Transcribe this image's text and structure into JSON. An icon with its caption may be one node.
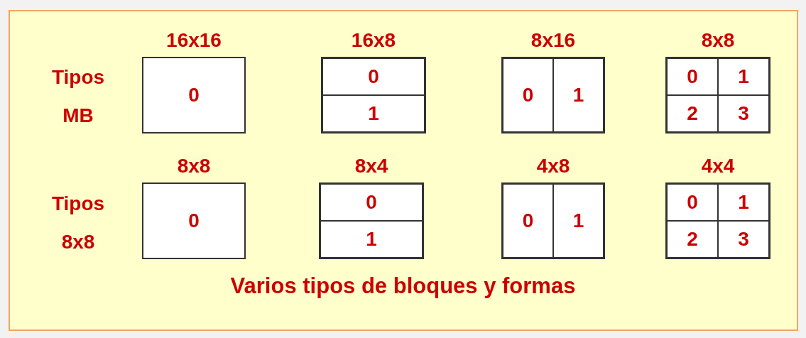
{
  "diagram": {
    "caption": "Varios tipos de bloques y formas",
    "nodes": [
      {
        "text": [
          "16x16",
          "0"
        ]
      },
      {
        "text": [
          "16x8"
        ]
      },
      {
        "text": [
          "0"
        ],
        "in": 1
      },
      {
        "text": [
          "1"
        ],
        "in": 1
      },
      {
        "text": [
          "8x16"
        ]
      },
      {
        "text": [
          "0"
        ],
        "in": 4
      },
      {
        "text": [
          "1"
        ],
        "in": 4
      },
      {
        "text": [
          "8x8"
        ]
      },
      {
        "text": [
          "0"
        ],
        "in": 7
      },
      {
        "text": [
          "1"
        ],
        "in": 7
      },
      {
        "text": [
          "2"
        ],
        "in": 7
      },
      {
        "text": [
          "3"
        ],
        "in": 7
      },
      {
        "text": [
          "8x8",
          "0"
        ]
      },
      {
        "text": [
          "8x4"
        ]
      },
      {
        "text": [
          "0"
        ],
        "in": 13
      },
      {
        "text": [
          "1"
        ],
        "in": 13
      },
      {
        "text": [
          "4x8"
        ]
      },
      {
        "text": [
          "0"
        ],
        "in": 16
      },
      {
        "text": [
          "1"
        ],
        "in": 16
      },
      {
        "text": [
          "4x4"
        ]
      },
      {
        "text": [
          "0"
        ],
        "in": 19
      },
      {
        "text": [
          "1"
        ],
        "in": 19
      },
      {
        "text": [
          "2"
        ],
        "in": 19
      },
      {
        "text": [
          "3"
        ],
        "in": 19
      }
    ],
    "edges": [],
    "labels": [
      "Tipos MB",
      "Tipos 8x8"
    ]
  }
}
